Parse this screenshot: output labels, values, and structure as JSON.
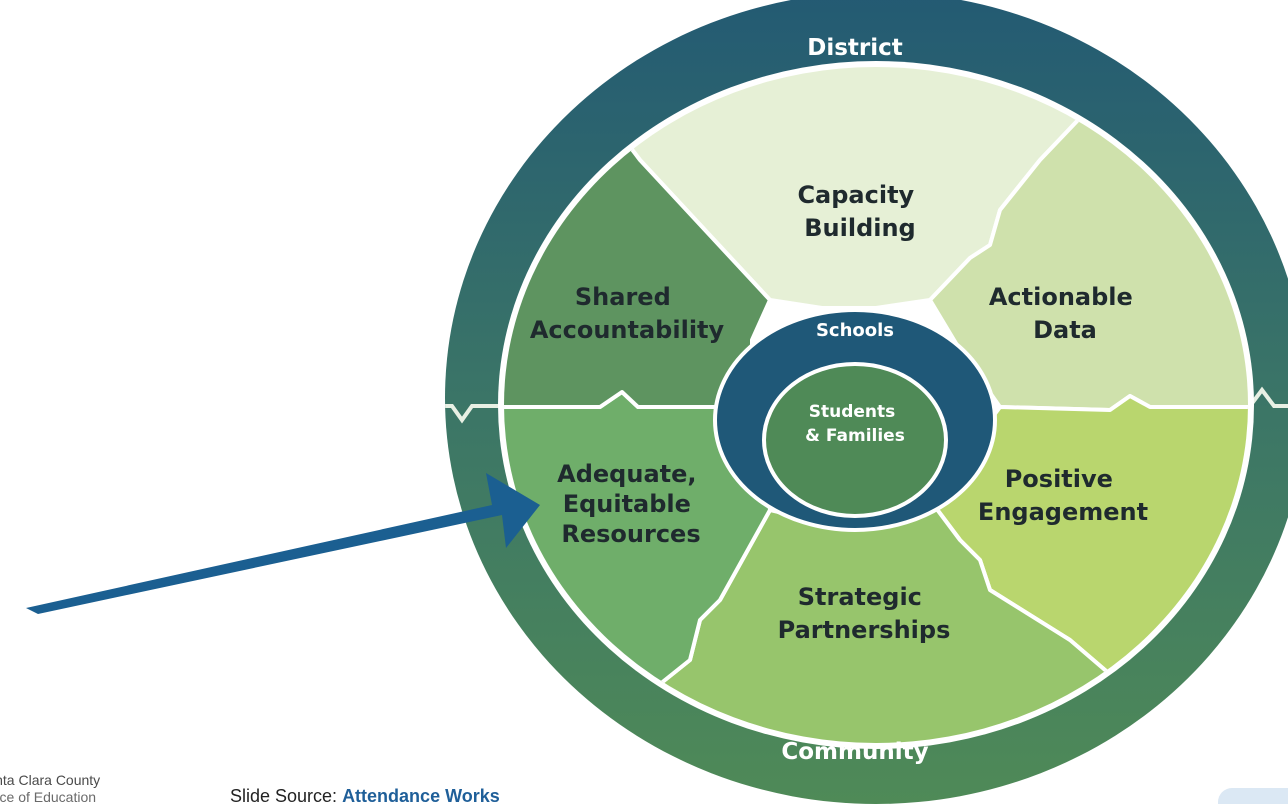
{
  "diagram": {
    "outer_ring": {
      "top_label": "District",
      "bottom_label": "Community"
    },
    "segments": [
      {
        "id": "capacity-building",
        "lines": [
          "Capacity",
          "Building"
        ],
        "color": "#e6f0d6"
      },
      {
        "id": "actionable-data",
        "lines": [
          "Actionable",
          "Data"
        ],
        "color": "#cfe1ac"
      },
      {
        "id": "positive-engagement",
        "lines": [
          "Positive",
          "Engagement"
        ],
        "color": "#b9d66e"
      },
      {
        "id": "strategic-partnerships",
        "lines": [
          "Strategic",
          "Partnerships"
        ],
        "color": "#97c56c"
      },
      {
        "id": "adequate-equitable-resources",
        "lines": [
          "Adequate,",
          "Equitable",
          "Resources"
        ],
        "color": "#6fae6a"
      },
      {
        "id": "shared-accountability",
        "lines": [
          "Shared",
          "Accountability"
        ],
        "color": "#5e9460"
      }
    ],
    "schools_ring_label": "Schools",
    "center_lines": [
      "Students",
      "& Families"
    ],
    "colors": {
      "district_ring": "#235a73",
      "community_ring": "#4f8a57",
      "schools_ring": "#1f5878",
      "center_circle": "#4f8a57",
      "label_dark": "#1f2a2e",
      "label_light": "#ffffff"
    }
  },
  "arrow": {
    "color": "#1b5f91",
    "points_to": "adequate-equitable-resources"
  },
  "footer": {
    "org_line1": "Santa Clara County",
    "org_line2": "Office of Education",
    "source_prefix": "Slide Source: ",
    "source_link": "Attendance Works"
  }
}
